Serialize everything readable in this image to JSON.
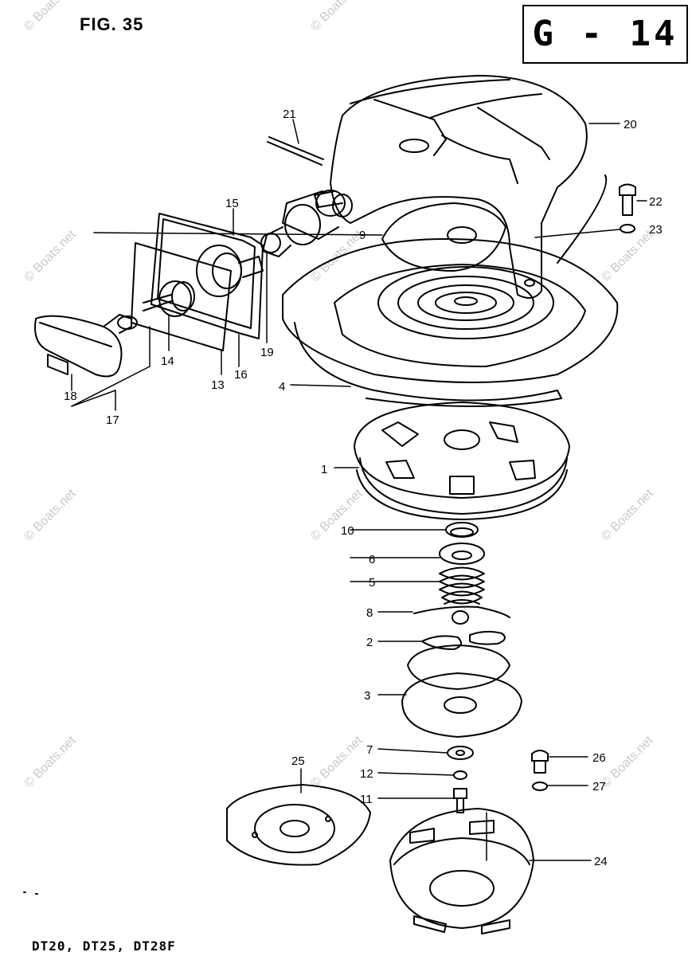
{
  "figure": {
    "title": "FIG. 35",
    "page_code": "G - 14",
    "models": "DT20,  DT25,  DT28F"
  },
  "watermark": "© Boats.net",
  "callouts": [
    "1",
    "2",
    "3",
    "4",
    "5",
    "6",
    "7",
    "8",
    "9",
    "10",
    "11",
    "12",
    "13",
    "14",
    "15",
    "16",
    "17",
    "18",
    "19",
    "20",
    "21",
    "22",
    "23",
    "24",
    "25",
    "26",
    "27"
  ],
  "colors": {
    "line": "#000000",
    "watermark": "#c8c8c8",
    "background": "#ffffff"
  }
}
